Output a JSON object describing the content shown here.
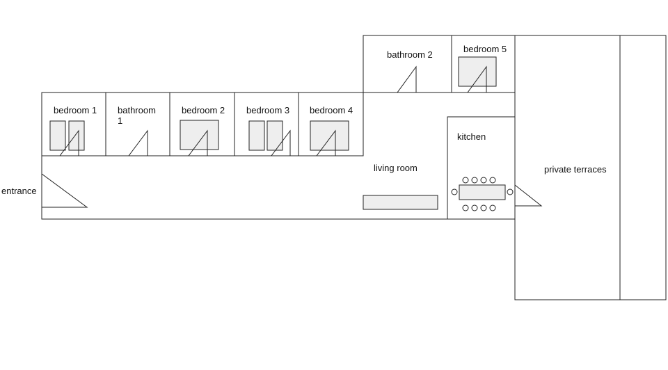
{
  "floor_plan": {
    "rooms": {
      "bedroom1": "bedroom 1",
      "bathroom1": "bathroom\n1",
      "bedroom2": "bedroom 2",
      "bedroom3": "bedroom 3",
      "bedroom4": "bedroom 4",
      "bathroom2": "bathroom 2",
      "bedroom5": "bedroom 5",
      "kitchen": "kitchen",
      "living_room": "living room",
      "private_terraces": "private terraces",
      "entrance": "entrance"
    },
    "colors": {
      "wall": "#222222",
      "furniture_fill": "#eeeeee",
      "background": "#ffffff"
    }
  }
}
